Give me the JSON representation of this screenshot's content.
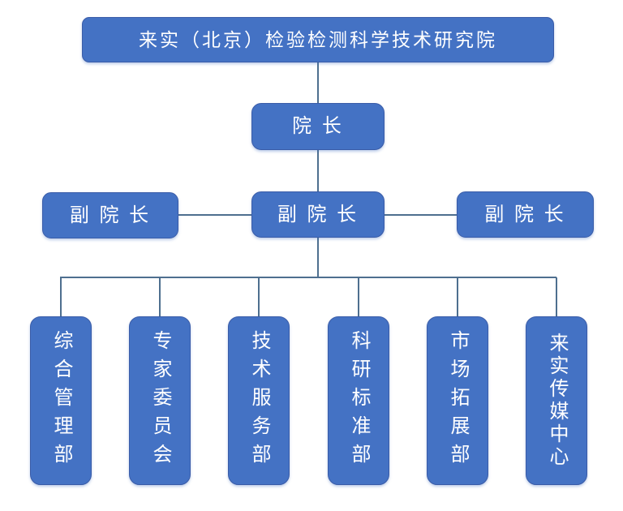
{
  "diagram": {
    "type": "org-chart",
    "root": {
      "label": "来实（北京）检验检测科学技术研究院"
    },
    "president": {
      "label": "院 长"
    },
    "vice_presidents": [
      {
        "label": "副 院 长"
      },
      {
        "label": "副 院 长"
      },
      {
        "label": "副 院 长"
      }
    ],
    "departments": [
      {
        "label": "综合管理部"
      },
      {
        "label": "专家委员会"
      },
      {
        "label": "技术服务部"
      },
      {
        "label": "科研标准部"
      },
      {
        "label": "市场拓展部"
      },
      {
        "label": "来实传媒中心"
      }
    ],
    "colors": {
      "box_fill": "#4472C4",
      "box_border": "#3A5CA8",
      "box_text": "#FFFFFF",
      "connector": "#4E6F8F",
      "background": "#FFFFFF"
    }
  }
}
